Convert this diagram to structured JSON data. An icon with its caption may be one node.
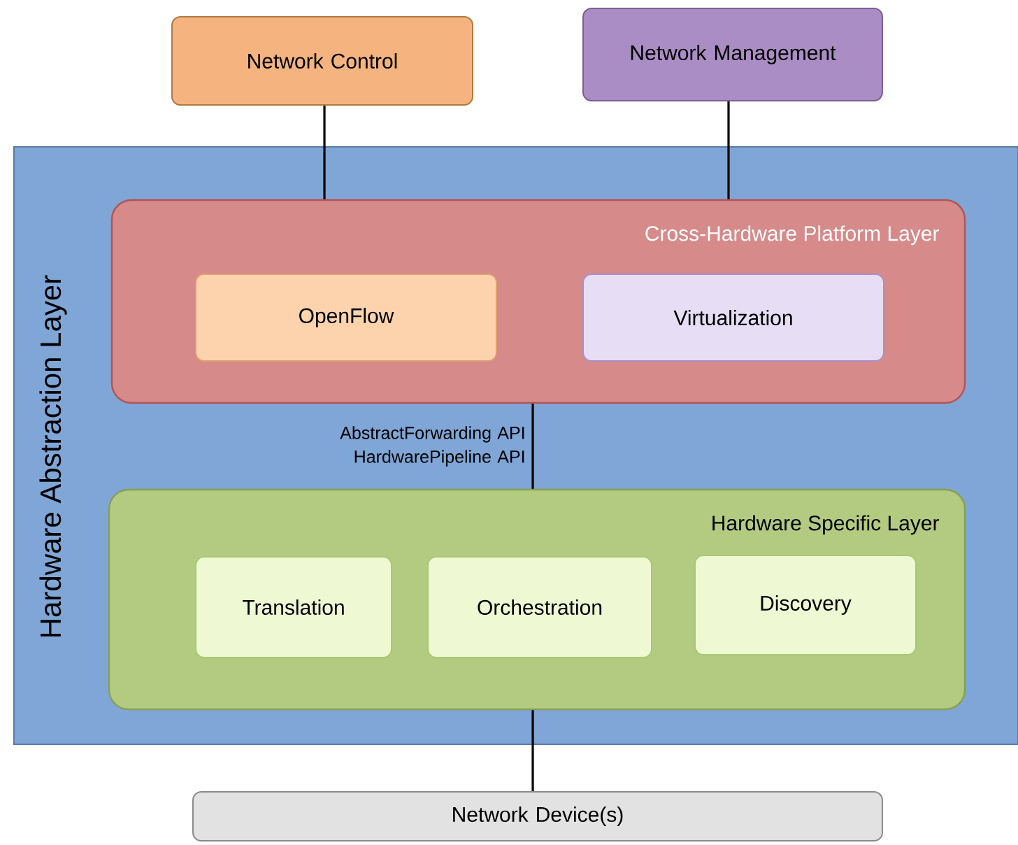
{
  "diagram": {
    "nodes": [
      {
        "text": [
          "Network Control"
        ]
      },
      {
        "text": [
          "Network Management"
        ]
      },
      {
        "text": [
          "Hardware Abstraction Layer"
        ]
      },
      {
        "text": [
          "Cross-Hardware Platform Layer"
        ],
        "in": 2
      },
      {
        "text": [
          "OpenFlow"
        ],
        "in": 3
      },
      {
        "text": [
          "Virtualization"
        ],
        "in": 3
      },
      {
        "text": [
          "Hardware Specific Layer"
        ],
        "in": 2
      },
      {
        "text": [
          "Translation"
        ],
        "in": 6
      },
      {
        "text": [
          "Orchestration"
        ],
        "in": 6
      },
      {
        "text": [
          "Discovery"
        ],
        "in": 6
      },
      {
        "text": [
          "Network Device(s)"
        ]
      }
    ],
    "edges": [
      {
        "from": 0,
        "to": 3,
        "arrow": "none"
      },
      {
        "from": 1,
        "to": 3,
        "arrow": "none"
      },
      {
        "from": 3,
        "to": 6,
        "arrow": "none",
        "label": "AbstractForwarding API HardwarePipeline API"
      },
      {
        "from": 6,
        "to": 10,
        "arrow": "none"
      }
    ]
  }
}
